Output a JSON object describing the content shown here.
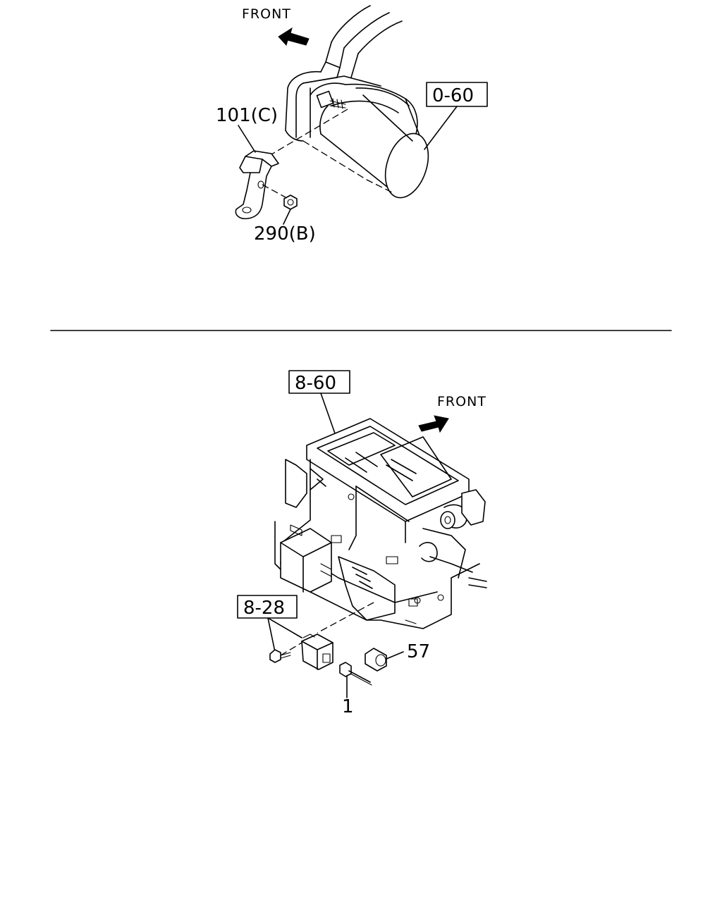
{
  "upper": {
    "front_label": "FRONT",
    "ref_box": "0-60",
    "bracket_label": "101(C)",
    "nut_label": "290(B)"
  },
  "lower": {
    "ref_box_unit": "8-60",
    "front_label": "FRONT",
    "ref_box_actuator": "8-28",
    "part_57": "57",
    "part_1": "1"
  }
}
